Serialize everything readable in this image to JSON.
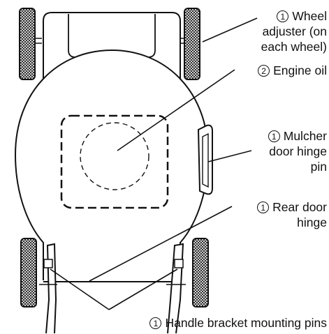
{
  "callouts": {
    "wheel_adjuster": {
      "number": "1",
      "lines": [
        "Wheel",
        "adjuster (on",
        "each wheel)"
      ]
    },
    "engine_oil": {
      "number": "2",
      "lines": [
        "Engine oil"
      ]
    },
    "mulcher_door_hinge_pin": {
      "number": "1",
      "lines": [
        "Mulcher",
        "door hinge",
        "pin"
      ]
    },
    "rear_door_hinge": {
      "number": "1",
      "lines": [
        "Rear door",
        "hinge"
      ]
    },
    "handle_bracket_mounting_pins": {
      "number": "1",
      "lines": [
        "Handle bracket mounting pins"
      ]
    }
  }
}
